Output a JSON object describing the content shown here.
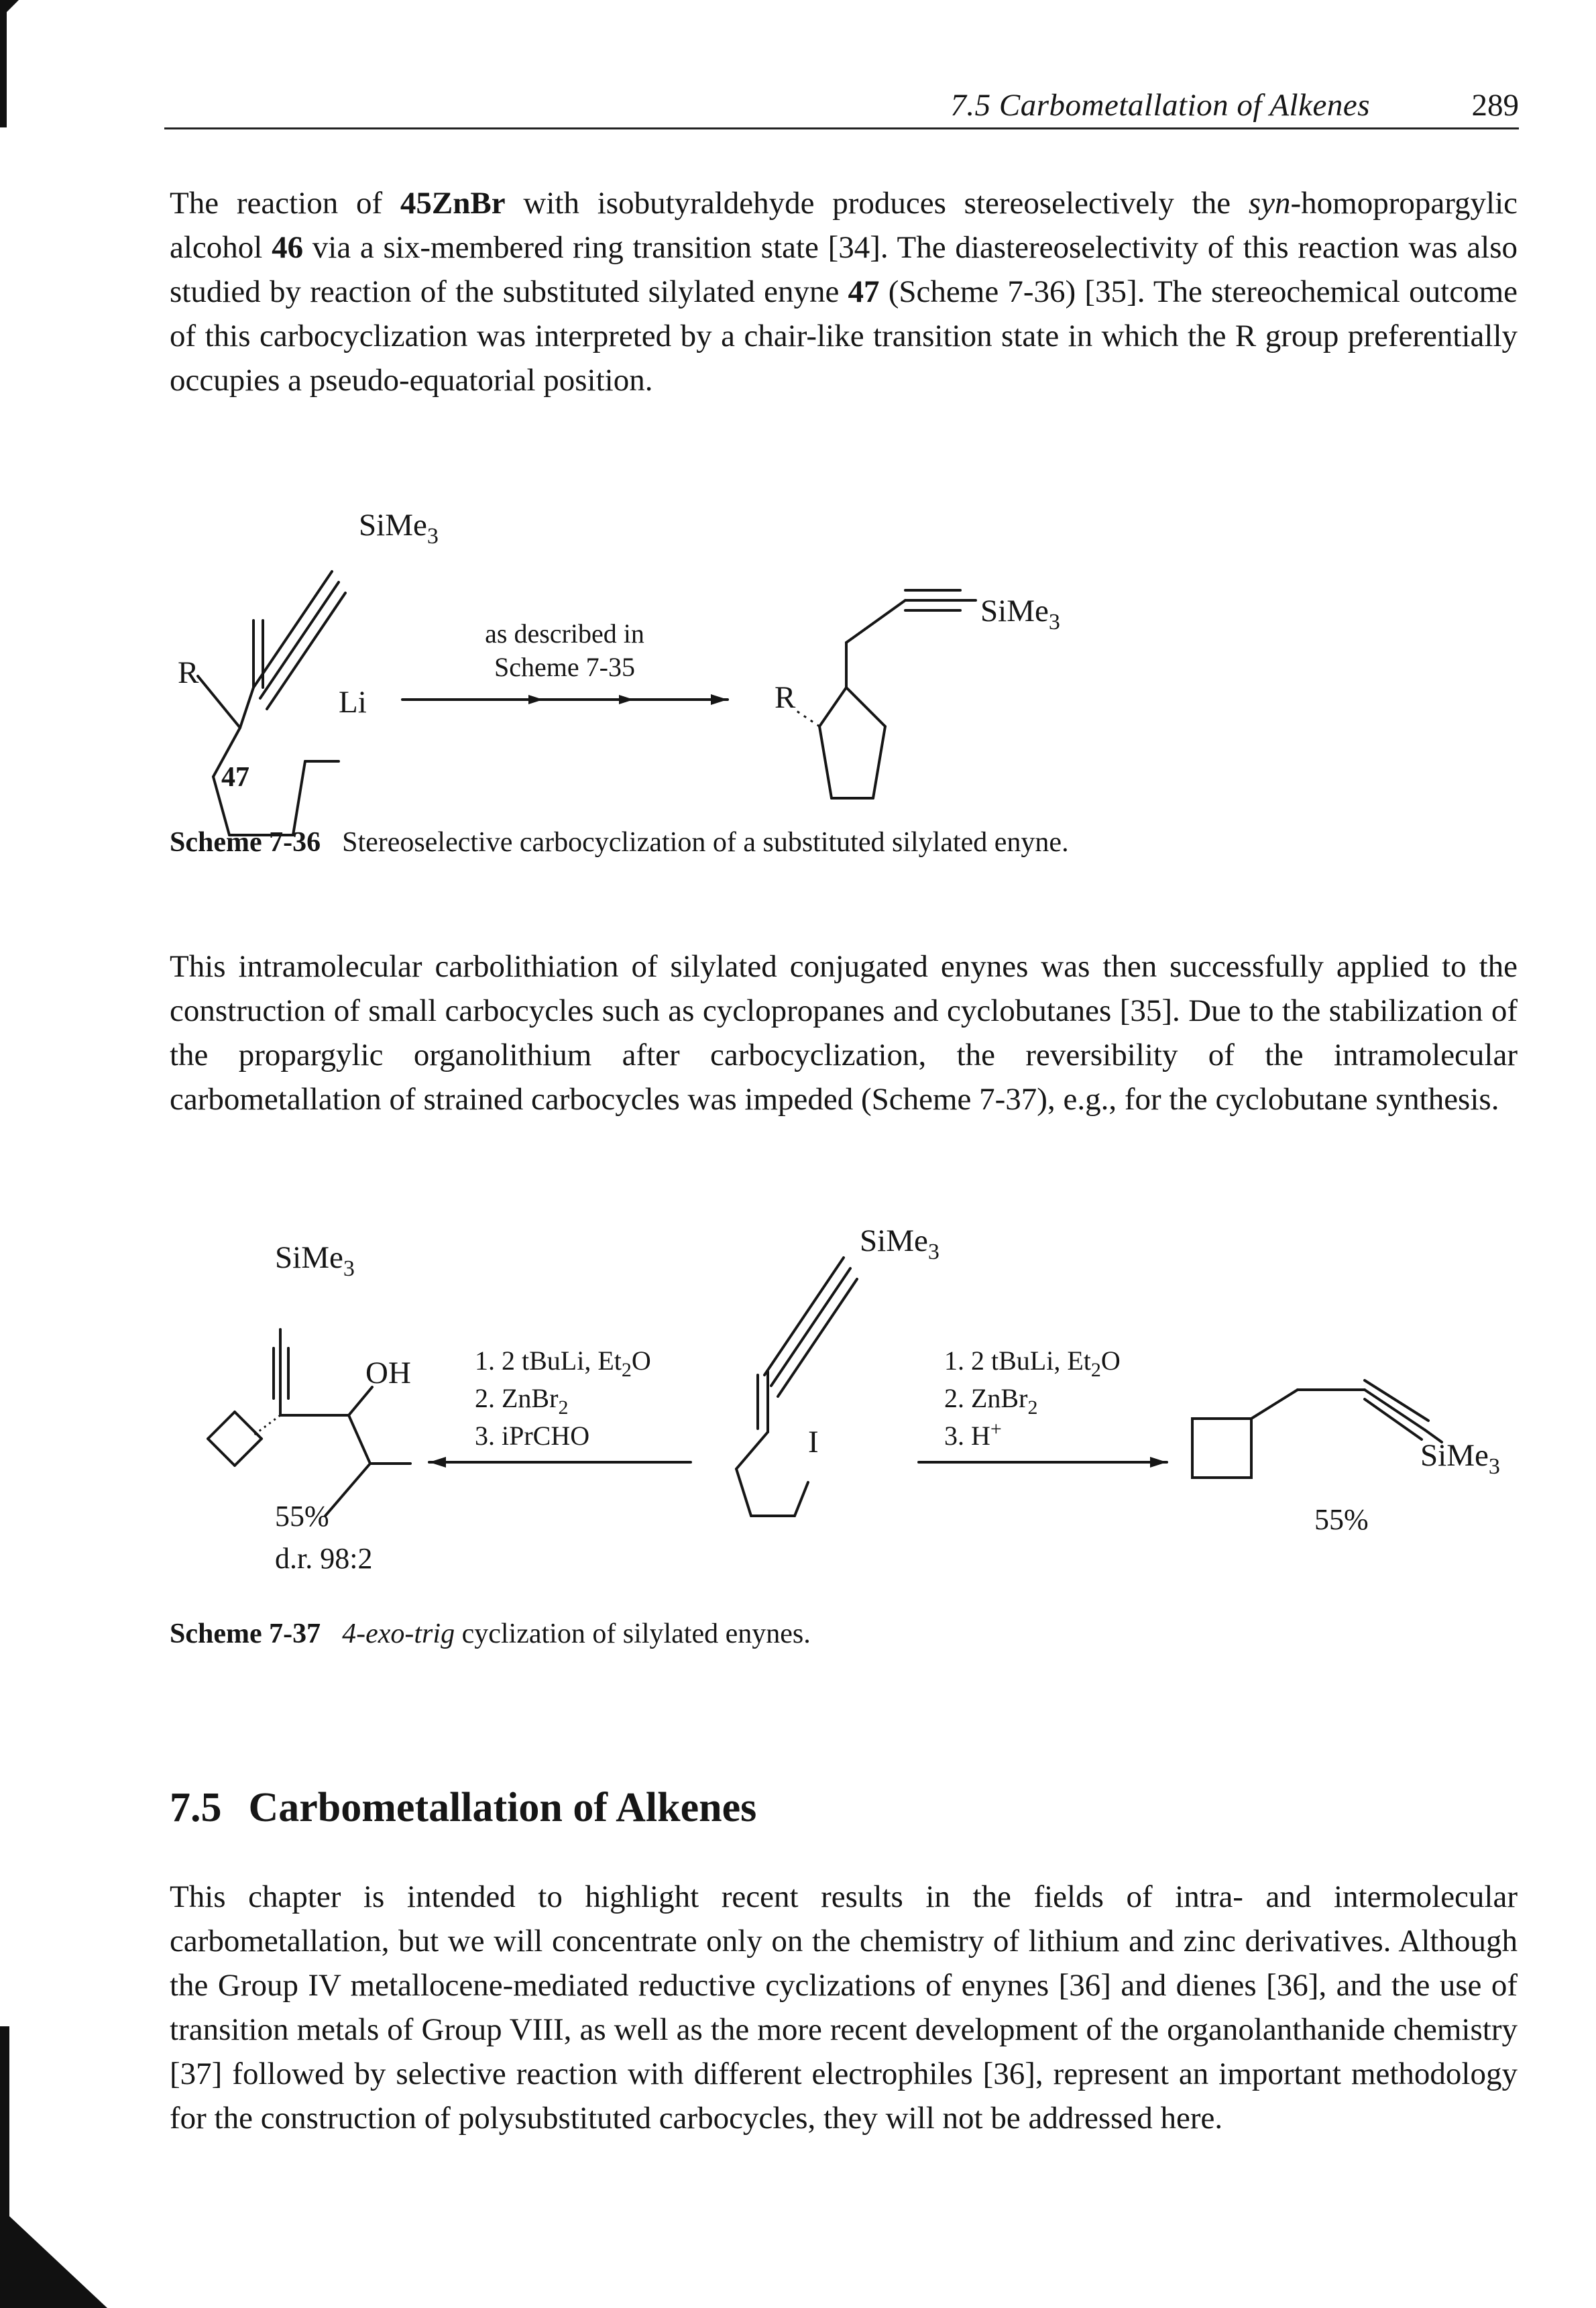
{
  "header": {
    "running_title": "7.5 Carbometallation of Alkenes",
    "page_number": "289"
  },
  "paragraphs": {
    "p1": {
      "t1": "The reaction of ",
      "b1": "45ZnBr",
      "t2": " with isobutyraldehyde produces stereoselectively the ",
      "i1": "syn",
      "t3": "-homopropargylic alcohol ",
      "b2": "46",
      "t4": " via a six-membered ring transition state [34]. The diastereoselectivity of this reaction was also studied by reaction of the substituted silylated enyne ",
      "b3": "47",
      "t5": " (Scheme 7-36) [35]. The stereochemical outcome of this carbocyclization was interpreted by a chair-like transition state in which the R group preferentially occupies a pseudo-equatorial position."
    },
    "p2": "This intramolecular carbolithiation of silylated conjugated enynes was then successfully applied to the construction of small carbocycles such as cyclopropanes and cyclobutanes [35]. Due to the stabilization of the propargylic organolithium after carbocyclization, the reversibility of the intramolecular carbometallation of strained carbocycles was impeded (Scheme 7-37), e.g., for the cyclobutane synthesis.",
    "p3": "This chapter is intended to highlight recent results in the fields of intra- and intermolecular carbometallation, but we will concentrate only on the chemistry of lithium and zinc derivatives. Although the Group IV metallocene-mediated reductive cyclizations of enynes [36] and dienes [36], and the use of transition metals of Group VIII, as well as the more recent development of the organolanthanide chemistry [37] followed by selective reaction with different electrophiles [36], represent an important methodology for the construction of polysubstituted carbocycles, they will not be addressed here."
  },
  "scheme_7_36": {
    "reactant": {
      "silyl_label": "SiMe",
      "silyl_sub": "3",
      "r_label": "R",
      "li_label": "Li",
      "compound_number": "47"
    },
    "arrow_label_line1": "as described in",
    "arrow_label_line2": "Scheme 7-35",
    "product": {
      "silyl_label": "SiMe",
      "silyl_sub": "3",
      "r_label": "R"
    },
    "caption_label": "Scheme 7-36",
    "caption_text": "Stereoselective carbocyclization of a substituted silylated enyne."
  },
  "scheme_7_37": {
    "left_product": {
      "silyl_label": "SiMe",
      "silyl_sub": "3",
      "oh_label": "OH",
      "yield": "55%",
      "dr": "d.r. 98:2"
    },
    "left_conditions": {
      "c1a": "1. 2 tBuLi, Et",
      "c1sub": "2",
      "c1b": "O",
      "c2a": "2. ZnBr",
      "c2sub": "2",
      "c3": "3. iPrCHO"
    },
    "center_reactant": {
      "silyl_label": "SiMe",
      "silyl_sub": "3",
      "iodo_label": "I"
    },
    "right_conditions": {
      "c1a": "1. 2 tBuLi, Et",
      "c1sub": "2",
      "c1b": "O",
      "c2a": "2. ZnBr",
      "c2sub": "2",
      "c3a": "3. H",
      "c3sup": "+"
    },
    "right_product": {
      "silyl_label": "SiMe",
      "silyl_sub": "3",
      "yield": "55%"
    },
    "caption_label": "Scheme 7-37",
    "caption_italic": "4-exo-trig",
    "caption_text": " cyclization of silylated enynes."
  },
  "section": {
    "number": "7.5",
    "title": "Carbometallation of Alkenes"
  }
}
